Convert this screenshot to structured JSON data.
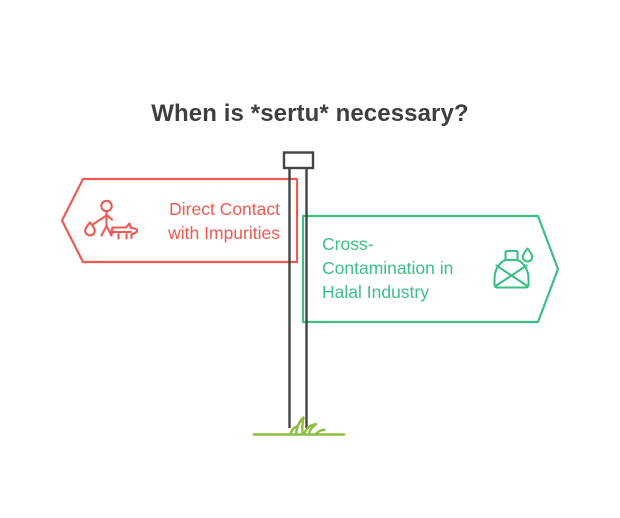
{
  "page": {
    "title": "When is *sertu* necessary?",
    "background": "#ffffff",
    "title_color": "#3f3f3f"
  },
  "signpost": {
    "post_color": "#444444",
    "ground_color": "#8cbf3f",
    "cap_name": "signpost-cap",
    "post_name": "signpost-pole",
    "ground_name": "ground-line",
    "grass_name": "grass-tuft"
  },
  "signs": [
    {
      "id": "left",
      "label": "Direct Contact\nwith Impurities",
      "line1": "Direct Contact",
      "line2": "with Impurities",
      "color": "#ee5a52",
      "direction": "left",
      "icon": "person-with-dog-icon"
    },
    {
      "id": "right",
      "label": "Cross-Contamination in Halal Industry",
      "line1": "Cross-",
      "line2": "Contamination in",
      "line3": "Halal Industry",
      "color": "#3cbe87",
      "direction": "right",
      "icon": "jerrycan-no-liquid-icon"
    }
  ]
}
